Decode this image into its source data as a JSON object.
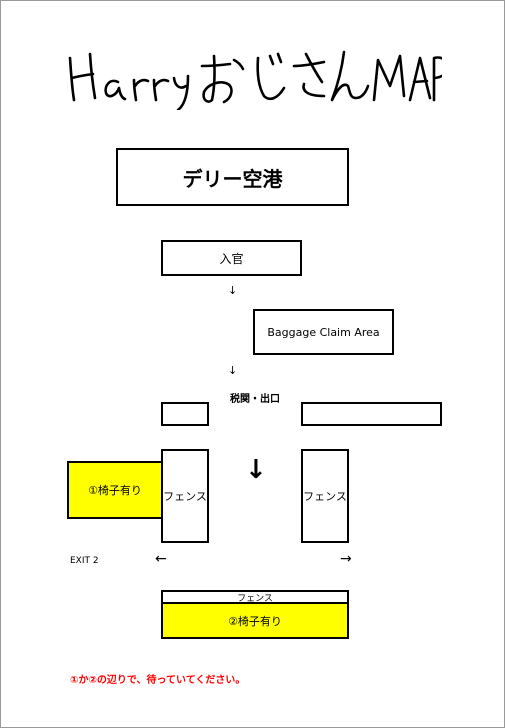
{
  "handwritten_title": "HarryおじさんMAP",
  "airport_title": "デリー空港",
  "immigration": "入官",
  "arrow_down": "↓",
  "baggage_claim": "Baggage Claim Area",
  "customs_exit": "税関・出口",
  "fence_label": "フェンス",
  "seat_1": "①椅子有り",
  "seat_2": "②椅子有り",
  "exit_label": "EXIT 2",
  "arrow_left": "←",
  "arrow_right": "→",
  "note": "①か②の辺りで、待っていてください。",
  "colors": {
    "highlight": "#ffff00",
    "note": "#ff0000",
    "line": "#000000"
  }
}
